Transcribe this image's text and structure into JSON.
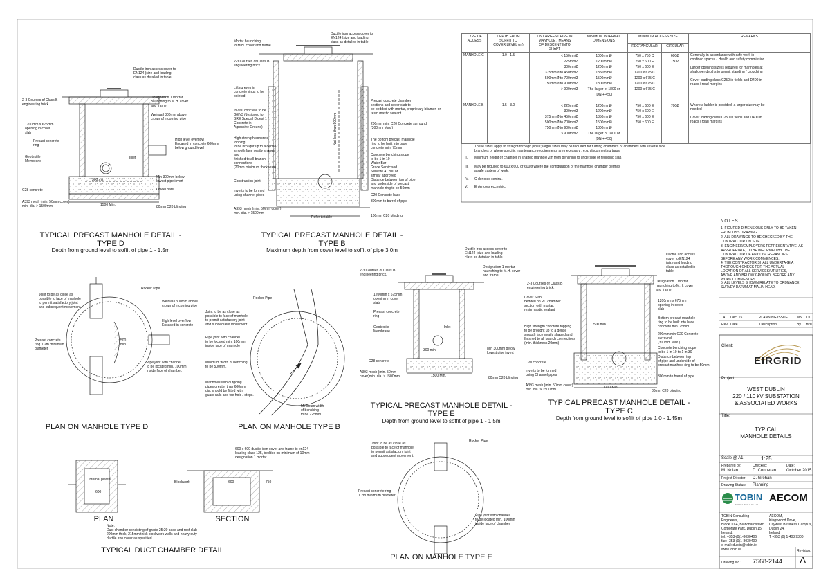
{
  "detail_d": {
    "title": "TYPICAL PRECAST MANHOLE DETAIL -\nTYPE D",
    "subtitle": "Depth from ground level to soffit of pipe 1 - 1.5m",
    "labels": {
      "cover": "Ductile iron access cover to\nEN124 (size and loading\nclass as detailed in table",
      "courses": "2-3 Courses of Class B\nengineering brick.",
      "designation": "Designation 1 mortar\nhaunching to M.H. cover\nand frame",
      "opening": "1200mm x 675mm\nopening in cover\nslab",
      "weirwall": "Weirwall 300min above\ncrown of incoming pipe",
      "ring": "Precast concrete\nring",
      "overflow": "High level overflow\nEncased in concrete 600mm\nbelow ground level",
      "geotextile": "Geotextile\nMembrane",
      "inlet": "Inlet",
      "dim300": "300 min",
      "min300": "Min 300mm below\nlowest pipe invert",
      "c28": "C28 concrete",
      "dowel": "Dowel bars",
      "mesh": "A393 mesh (min. 50mm cover)\nmin. dia. > 1500mm",
      "dim1500": "1500 Min.",
      "blinding": "80mm C20 blinding"
    }
  },
  "detail_b": {
    "title": "TYPICAL PRECAST MANHOLE DETAIL -\nTYPE B",
    "subtitle": "Maximum depth from cover level to soffit of pipe 3.0m",
    "labels": {
      "cover": "Ductile iron access cover to\nEN124 (size and loading\nclass as detailed in table",
      "mortar": "Mortar haunching\nto M.H. cover and frame",
      "courses": "2-3 Courses of Class B\nengineering brick.",
      "lifting": "Lifting eyes in\nconcrete rings to be\npointed",
      "chamber": "Precast concrete chamber\nsections and cover slab to\nbe bedded with mortar, proprietary bitumen or\nresin mastic sealant",
      "insitu": "In-situ concrete to be\nGEN3 (designed to\nBRE Special Digest 1\nConcrete in\nAgressive Ground)",
      "notless": "Not less than 900mm",
      "surround": "200mm min. C20 Concrete surround\n(300mm Max.)",
      "highstrength": "High strength concrete\ntopping\nto be brought up to a dense\nsmooth face neatly shaped\nand\nfinished to all branch\nconnections\n(20mm minimum thickness)",
      "bottomring": "The bottom precast manhole\nring to be built into base\nconcrete min. 75mm",
      "benching": "Concrete benching slope\nto be 1 in 10",
      "waterbar": "Water Bar\nGrace Servicised\nServitite AT200 or\nsimilar approved",
      "construction": "Construction joint",
      "distance": "Distance between top of pipe\nand underside of precast\nmanhole ring to be 50mm",
      "inverts": "Inverts to be formed\nusing channel pipes",
      "c20base": "C20 Concrete base",
      "barrel": "300mm to barrel of pipe",
      "mesh": "A393 mesh (min. 50mm cover)\nmin. dia. > 1500mm",
      "refer": "Refer to table",
      "blinding": "100mm C20 blinding"
    }
  },
  "spec_table": {
    "headers": [
      "TYPE OF\nACCESS",
      "DEPTH FROM\nSOFFIT TO\nCOVER LEVEL (m)",
      "DN LARGEST PIPE IN\nMANHOLE / MEANS\nOF DESCENT INTO\nSHAFT",
      "MINIMUM INTERNAL\nDIMENSIONS",
      "MINIMUM ACCESS SIZE",
      "REMARKS"
    ],
    "subheaders": [
      "RECTANGULAR",
      "CIRCULAR"
    ],
    "rows": [
      {
        "type": "MANHOLE C",
        "depth": "1.0 - 1.5",
        "pipe": "< 150mmØ\n225mmØ\n300mmØ\n375mmØ to 450mmØ\n500mmØ to 700mmØ\n750mmØ to 900mmØ\n> 900mmØ",
        "dims": "1000mmØ\n1200mmØ\n1200mmØ\n1350mmØ\n1500mmØ\n1800mmØ\nThe larger of 1800 or\n(DN + 450)",
        "rect": "750 x 750 C\n750 x 600 E\n750 x 600 E\n1200 x 675 C\n1200 x 675 C\n1200 x 675 C\n1200 x 675 C",
        "circ": "600Ø\n750Ø",
        "remarks": "Generally in accordance with safe work in\nconfined spaces - Health and safety commission\n\nLarger opening size is required for manholes at\nshallower depths to permit standing / crouching\n\nCover loading class C250 in fields and D400 in\nroads / road margins"
      },
      {
        "type": "MANHOLE B",
        "depth": "1.5 - 3.0",
        "pipe": "< 225mmØ\n300mmØ\n375mmØ to 450mmØ\n500mmØ to 700mmØ\n750mmØ to 900mmØ\n> 900mmØ",
        "dims": "1200mmØ\n1200mmØ\n1350mmØ\n1500mmØ\n1800mmØ\nThe larger of 1800 or\n(DN + 450)",
        "rect": "750 x 600 E\n750 x 600 E\n750 x 600 E\n750 x 600 E",
        "circ": "700Ø",
        "remarks": "Where a ladder is provided, a larger size may be\nneeded\n\nCover loading class C250 in fields and D400 in\nroads / road margins"
      }
    ],
    "notes": [
      {
        "n": "I.",
        "t": "These sizes apply to straight-through pipes; larger sizes may be required for turning chambers or chambers with several side\nbranches or where specific maintenance requirements are necessary , e.g. disconnecting traps."
      },
      {
        "n": "II.",
        "t": "Minimum height of chamber in shafted manhole 2m from benching to underside of reducing slab."
      },
      {
        "n": "III.",
        "t": "May be reduced to 600 x 600 or 600Ø where the configuration of the manhole chamber permits\na safe system of work."
      },
      {
        "n": "IV.",
        "t": "C denotes central."
      },
      {
        "n": "V.",
        "t": "E denotes eccentric."
      }
    ]
  },
  "notes_panel": {
    "heading": "NOTES:",
    "items": [
      "1.  FIGURED DIMENSIONS ONLY TO BE TAKEN\n     FROM THIS DRAWING.",
      "2.  ALL DRAWINGS TO BE CHECKED BY THE\n     CONTRACTOR ON SITE.",
      "3.  ENGINEER/EMPLOYERS REPRESENTATIVE, AS\n     APPROPRIATE, TO BE INFORMED BY THE\n     CONTRACTOR OF ANY DISCREPANCIES\n     BEFORE ANY WORK COMMENCES.",
      "4.  THE CONTRACTOR SHALL UNDERTAKE A\n     THOROUGH CHECK FOR THE ACTUAL\n     LOCATION OF ALL SERVICES/UTILITIES,\n     ABOVE AND BELOW GROUND, BEFORE ANY\n     WORK COMMENCES.",
      "5.  ALL LEVELS SHOWN RELATE TO ORDNANCE\n     SURVEY DATUM AT MALIN HEAD."
    ]
  },
  "revisions": {
    "row": [
      "A",
      "Dec. 15",
      "PLANNING ISSUE",
      "MN",
      "DC"
    ],
    "headers": [
      "Rev",
      "Date",
      "Description",
      "By",
      "Chkd."
    ]
  },
  "title_block": {
    "client_label": "Client:",
    "client_logo": "EIRGRID",
    "project_label": "Project:",
    "project": "WEST DUBLIN\n220 / 110 kV SUBSTATION\n& ASSOCIATED WORKS",
    "title_label": "Title:",
    "title": "TYPICAL\nMANHOLE DETAILS",
    "scale_label": "Scale @ A1:",
    "scale": "1:25",
    "prepared_label": "Prepared by:",
    "prepared": "M. Nolan",
    "checked_label": "Checked:",
    "checked": "D. Conneran",
    "date_label": "Date:",
    "date": "October 2015",
    "director_label": "Project Director:",
    "director": "D. Grehan",
    "status_label": "Drawing Status:",
    "status": "Planning",
    "tobin_logo": "TOBIN",
    "tobin_sub": "Patrick J. Tobin & Co. Ltd.",
    "aecom_logo": "AECOM",
    "tobin_address": "TOBIN Consulting Engineers,\nBlock 10-4, Blanchardstown\nCorporate Park, Dublin 15,\nIreland.\ntel: +353-(0)1-8030406\nfax:+353-(0)1-8030409\ne-mail: dublin@tobin.ie\nwww.tobin.ie",
    "aecom_address": "AECOM,\nKingswood Drive,\nCitywest Business Campus,\nDublin 24,\nIreland\nT +353 (0) 1 403 9300",
    "drawing_no_label": "Drawing No.:",
    "drawing_no": "7568-2144",
    "revision_label": "Revision:",
    "revision": "A"
  },
  "plan_d": {
    "title": "PLAN ON MANHOLE TYPE D",
    "labels": {
      "joint": "Joint to be as close as\npossible to face of manhole\nto permit satisfactory joint\nand subsequent movement.",
      "rocker": "Rocker Pipe",
      "weirwall": "Weirwall 300mm above\ncrown of incoming pipe",
      "overflow": "High level overflow\nEncased in concrete",
      "ring": "Precast concrete\nring 1.2m minimum\ndiameter",
      "dim500": "500\nmin",
      "pipejoint": "Pipe joint with channel\nto be located min. 100mm\ninside face of chamber."
    }
  },
  "plan_b": {
    "title": "PLAN ON MANHOLE TYPE B",
    "labels": {
      "rocker": "Rocker Pipe",
      "joint": "Joint to be as close as\npossible to face of manhole\nto permit satisfactory joint\nand subsequent movement.",
      "pipejoint": "Pipe joint with channel\nto be located min. 100mm\ninside face of manhole",
      "minwidth": "Minimum width of benching\nto be 500mm.",
      "outgoing": "Manholes with outgoing\npipes greater than 600mm\ndia. should be fitted with\nguard rails and toe hold / steps.",
      "benchmin": "Minimum width\nof benching\nto be 225mm."
    }
  },
  "detail_e": {
    "title": "TYPICAL PRECAST MANHOLE DETAIL -\nTYPE E",
    "subtitle": "Depth from ground level to soffit of pipe 1 - 1.5m",
    "labels": {
      "cover": "Ductile iron access cover to\nEN124 (size and loading\nclass as detailed in table",
      "courses": "2-3 Courses of Class B\nengineering brick.",
      "designation": "Designation 1 mortar\nhaunching to M.H. cover\nand frame",
      "opening": "1200mm x 675mm\nopening in cover\nslab",
      "ring": "Precast concrete\nring",
      "geotextile": "Geotextile\nMembrane",
      "inlet": "Inlet",
      "dim300": "300 min",
      "min300": "Min 300mm below\nlowest pipe invert",
      "c28": "C28 concrete",
      "mesh": "A393 mesh (min. 50mm\ncover)min. dia. > 1500mm",
      "dim1500": "1500 Min.",
      "blinding": "80mm C20 blinding"
    }
  },
  "detail_c": {
    "title": "TYPICAL PRECAST MANHOLE DETAIL -\nTYPE C",
    "subtitle": "Depth from ground level to soffit of pipe 1.0 - 1.45m",
    "labels": {
      "cover": "Ductile iron access\ncover to EN124\n(size and loading\nclass as detailed in\ntable",
      "courses": "2-3 Courses of Class B\nengineering brick.",
      "designation": "Designation 1 mortar\nhaunching to M.H. cover\nand frame",
      "coverslab": "Cover Slab\nbedded on PC chamber\nsection with mortar,\nresin mastic sealant",
      "opening": "1200mm x 675mm\nopening in cover\nslab",
      "highstrength": "High strength concrete topping\nto be brought up to a dense\nsmooth face neatly shaped and\nfinished to all branch connections\n(min. thickness 20mm)",
      "dim500": "500 min.",
      "bottomring": "Bottom precast manhole\nring to be built into base\nconcrete min. 75mm.",
      "surround": "200mm min C20 Concrete\nsurround\n(300mm Max.)",
      "benching": "Concrete benching slope\nto be 1 in 10 to 1 in 30",
      "distance": "Distance between top\nof pipe and underside of\nprecast manhole ring to be 50mm.",
      "c20": "C20 concrete",
      "inverts": "Inverts to be formed\nusing Channel pipes",
      "barrel": "300mm to barrel of pipe",
      "dim1200": "1200 Min.",
      "mesh": "A393 mesh (min. 50mm cover)\nmin. dia. > 1500mm",
      "blinding": "80mm C20 blinding"
    }
  },
  "duct_chamber": {
    "title": "TYPICAL DUCT CHAMBER DETAIL",
    "plan_title": "PLAN",
    "section_title": "SECTION",
    "internal": "Internal plaster",
    "blockwork": "Blockwork",
    "cover": "600 x 600 ductile iron cover and frame to en124\nloading class 125, bedded on minimum of 10mm\ndesignation 1 mortar",
    "note": "Note:\nDuct chamber consisting of grade 25:20 base and roof slab\n200mm thick, 215mm thick blockwork walls and heavy duty\nductile iron cover as specified.",
    "dim600": "600",
    "dim750": "750"
  },
  "plan_e": {
    "title": "PLAN ON MANHOLE TYPE E",
    "labels": {
      "joint": "Joint to be as close as\npossible to face of manhole\nto permit satisfactory joint\nand subsequent movement.",
      "rocker": "Rocker Pipe",
      "ring": "Precast concrete ring\n1.2m minimum diameter",
      "pipejoint": "Pipe joint with channel\nto be located min. 100mm\ninside face of chamber."
    }
  }
}
